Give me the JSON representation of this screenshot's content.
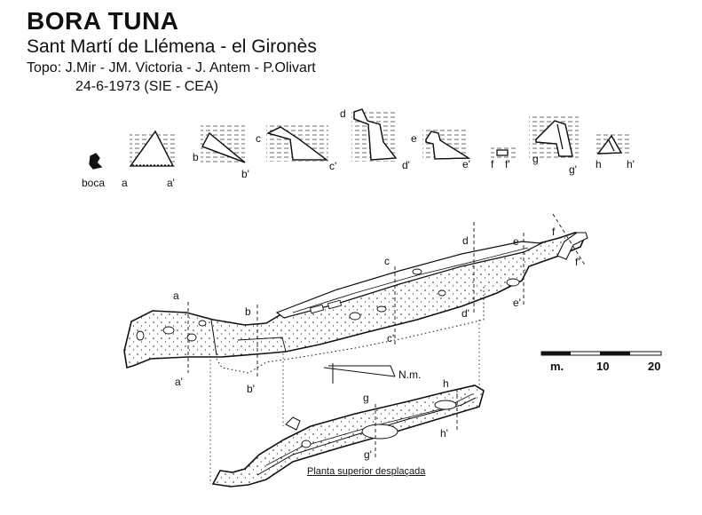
{
  "header": {
    "title": "BORA TUNA",
    "location": "Sant Martí de Llémena - el Gironès",
    "authors": "Topo: J.Mir - JM. Victoria - J. Antem - P.Olivart",
    "date": "24-6-1973   (SIE - CEA)"
  },
  "cross_section_labels": {
    "boca": "boca",
    "a": "a",
    "a_prime": "a'",
    "b": "b",
    "b_prime": "b'",
    "c": "c",
    "c_prime": "c'",
    "d": "d",
    "d_prime": "d'",
    "e": "e",
    "e_prime": "e'",
    "f": "f",
    "f_prime": "f'",
    "g": "g",
    "g_prime": "g'",
    "h": "h",
    "h_prime": "h'"
  },
  "plan_labels": {
    "a": "a",
    "a_prime": "a'",
    "b": "b",
    "b_prime": "b'",
    "c": "c",
    "c_prime": "c'",
    "d": "d",
    "d_prime": "d'",
    "e": "e",
    "e_prime": "e'",
    "f": "f",
    "f_prime": "f'",
    "g": "g",
    "g_prime": "g'",
    "h": "h",
    "h_prime": "h'"
  },
  "north": "N.m.",
  "scale": {
    "unit": "m.",
    "mid": "10",
    "end": "20"
  },
  "upper_plan_caption": "Planta superior desplaçada",
  "colors": {
    "ink": "#111111",
    "paper": "#ffffff"
  }
}
